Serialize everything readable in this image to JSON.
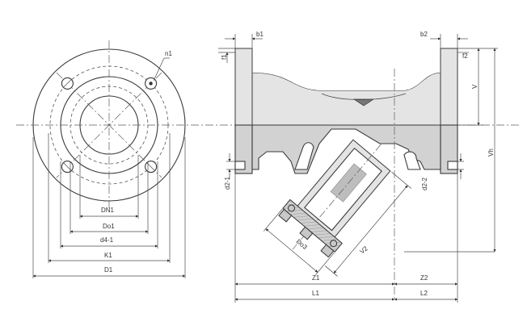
{
  "labels": {
    "n1": "n1",
    "dn1": "DN1",
    "do1": "Do1",
    "d4_1": "d4-1",
    "k1": "K1",
    "d1": "D1",
    "b1": "b1",
    "b2": "b2",
    "f1": "f1",
    "f2": "f2",
    "v": "V",
    "vh": "Vh",
    "d2_1": "d2-1",
    "d2_2": "d2-2",
    "v2": "V2",
    "do3": "Do3",
    "z1": "Z1",
    "z2": "Z2",
    "l1": "L1",
    "l2": "L2"
  }
}
